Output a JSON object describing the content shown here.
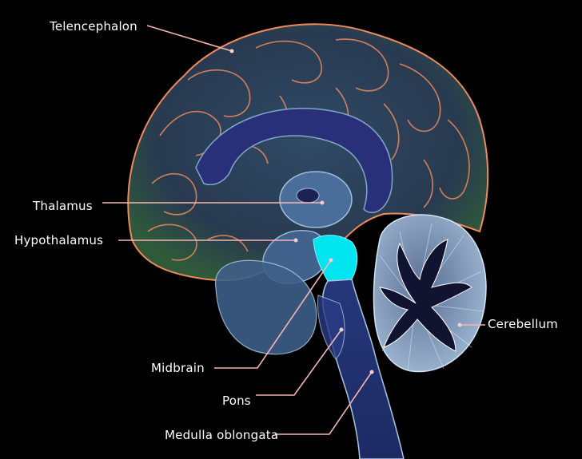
{
  "diagram": {
    "labels": {
      "telencephalon": "Telencephalon",
      "thalamus": "Thalamus",
      "hypothalamus": "Hypothalamus",
      "midbrain": "Midbrain",
      "pons": "Pons",
      "medulla": "Medulla oblongata",
      "cerebellum": "Cerebellum"
    },
    "colors": {
      "background": "#000000",
      "leader_line": "#f4b6b0",
      "cortex_outline": "#f08a5d",
      "cortex_fill": "#2c3f55",
      "cortex_rim": "#3d6b3a",
      "highlight": "#00e5f0",
      "brainstem": "#1f2b6b",
      "cerebellum": "#9fb4cf"
    }
  }
}
